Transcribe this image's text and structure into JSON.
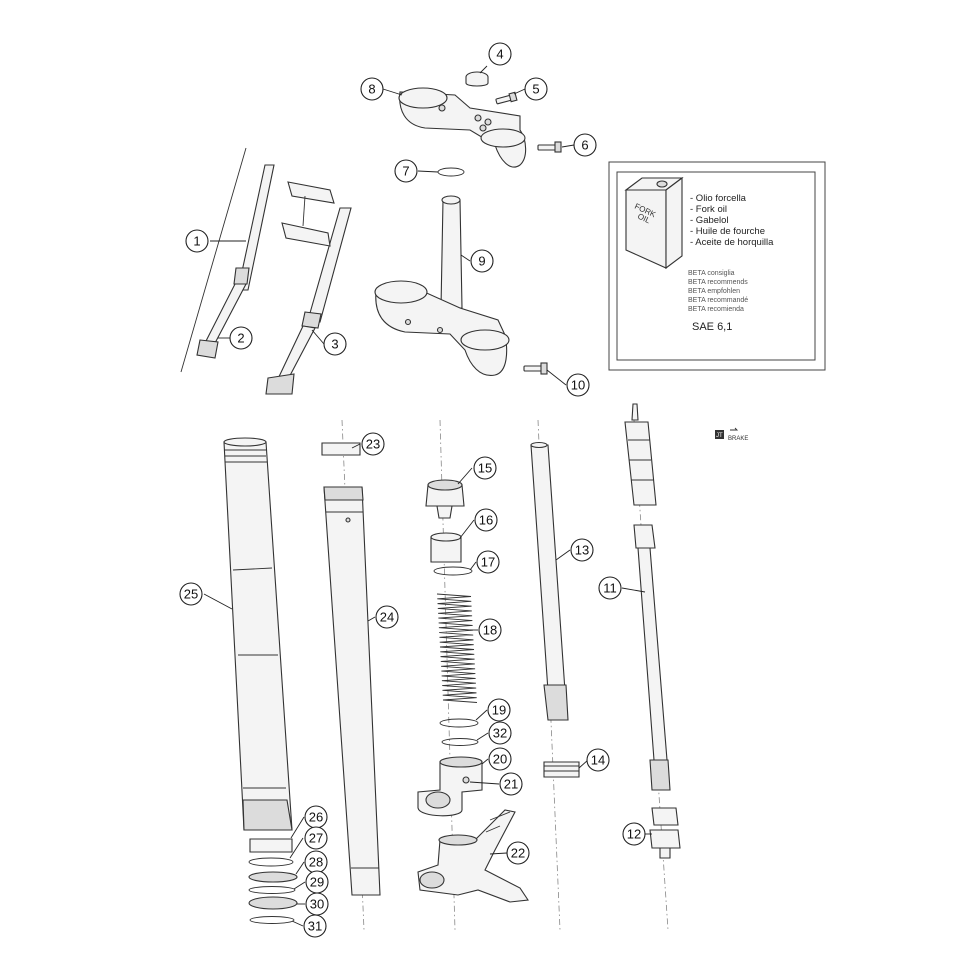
{
  "oil_box": {
    "can_label_1": "FORK",
    "can_label_2": "OIL",
    "lines": [
      "- Olio forcella",
      "- Fork oil",
      "- Gabelol",
      "- Huile de fourche",
      "- Aceite de horquilla"
    ],
    "recommends": [
      "BETA consiglia",
      "BETA recommends",
      "BETA empfohlen",
      "BETA recommandé",
      "BETA recomienda"
    ],
    "spec": "SAE 6,1"
  },
  "mark": {
    "code": "JT",
    "sub": "BRAKE"
  },
  "callouts": [
    {
      "n": "1"
    },
    {
      "n": "2"
    },
    {
      "n": "3"
    },
    {
      "n": "4"
    },
    {
      "n": "5"
    },
    {
      "n": "6"
    },
    {
      "n": "7"
    },
    {
      "n": "8"
    },
    {
      "n": "9"
    },
    {
      "n": "10"
    },
    {
      "n": "11"
    },
    {
      "n": "12"
    },
    {
      "n": "13"
    },
    {
      "n": "14"
    },
    {
      "n": "15"
    },
    {
      "n": "16"
    },
    {
      "n": "17"
    },
    {
      "n": "18"
    },
    {
      "n": "19"
    },
    {
      "n": "20"
    },
    {
      "n": "21"
    },
    {
      "n": "22"
    },
    {
      "n": "23"
    },
    {
      "n": "24"
    },
    {
      "n": "25"
    },
    {
      "n": "26"
    },
    {
      "n": "27"
    },
    {
      "n": "28"
    },
    {
      "n": "29"
    },
    {
      "n": "30"
    },
    {
      "n": "31"
    },
    {
      "n": "32"
    }
  ]
}
